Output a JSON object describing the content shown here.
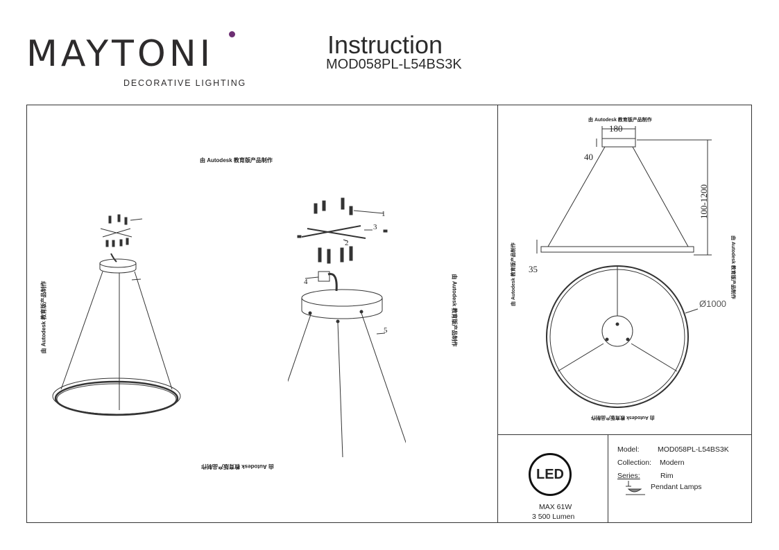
{
  "header": {
    "brand": "MAYTONI",
    "brand_sub": "DECORATIVE LIGHTING",
    "title": "Instruction",
    "model": "MOD058PL-L54BS3K"
  },
  "watermark": "由 Autodesk 教育版产品制作",
  "assembly": {
    "labels": [
      "1",
      "2",
      "3",
      "4",
      "5"
    ]
  },
  "dimensions": {
    "canopy_width": "180",
    "canopy_height": "40",
    "suspension": "100-1200",
    "ring_height": "35",
    "diameter": "Ø1000"
  },
  "led": {
    "badge": "LED",
    "power": "MAX 61W",
    "lumen": "3 500 Lumen"
  },
  "specs": {
    "model_label": "Model:",
    "model_value": "MOD058PL-L54BS3K",
    "collection_label": "Collection:",
    "collection_value": "Modern",
    "series_label": "Series:",
    "series_value": "Rim",
    "type_value": "Pendant Lamps"
  },
  "colors": {
    "brand_accent": "#6d2f73",
    "text": "#2d2b2c"
  }
}
